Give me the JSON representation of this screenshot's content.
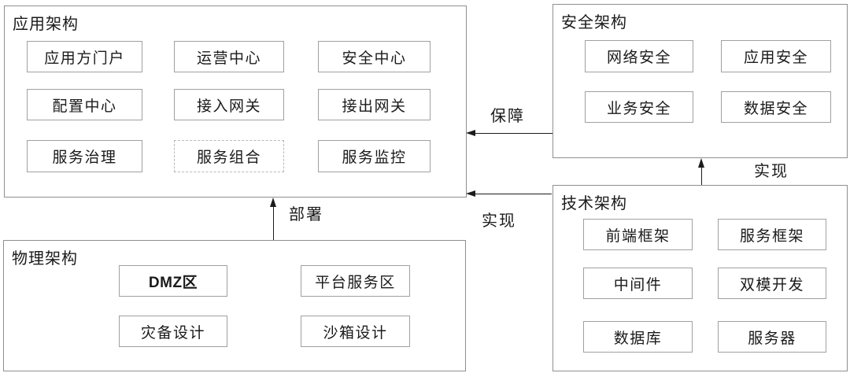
{
  "app": {
    "title": "应用架构",
    "boxes": [
      "应用方门户",
      "运营中心",
      "安全中心",
      "配置中心",
      "接入网关",
      "接出网关",
      "服务治理",
      "服务组合",
      "服务监控"
    ]
  },
  "security": {
    "title": "安全架构",
    "boxes": [
      "网络安全",
      "应用安全",
      "业务安全",
      "数据安全"
    ]
  },
  "tech": {
    "title": "技术架构",
    "boxes": [
      "前端框架",
      "服务框架",
      "中间件",
      "双模开发",
      "数据库",
      "服务器"
    ]
  },
  "physical": {
    "title": "物理架构",
    "boxes": [
      "DMZ区",
      "平台服务区",
      "灾备设计",
      "沙箱设计"
    ]
  },
  "arrows": {
    "guarantee": {
      "label": "保障",
      "from": "security-architecture",
      "to": "application-architecture"
    },
    "realize_top": {
      "label": "实现",
      "from": "technology-architecture",
      "to": "security-architecture"
    },
    "realize_bottom": {
      "label": "实现",
      "from": "technology-architecture",
      "to": "application-architecture"
    },
    "deploy": {
      "label": "部署",
      "from": "physical-architecture",
      "to": "application-architecture"
    }
  },
  "colors": {
    "background": "#ffffff",
    "group_border": "#8f8f8f",
    "node_border": "#a0a0a0",
    "dashed_node_border": "#b8b8b8",
    "line": "#1c1c1c",
    "text": "#1a1a1a"
  }
}
